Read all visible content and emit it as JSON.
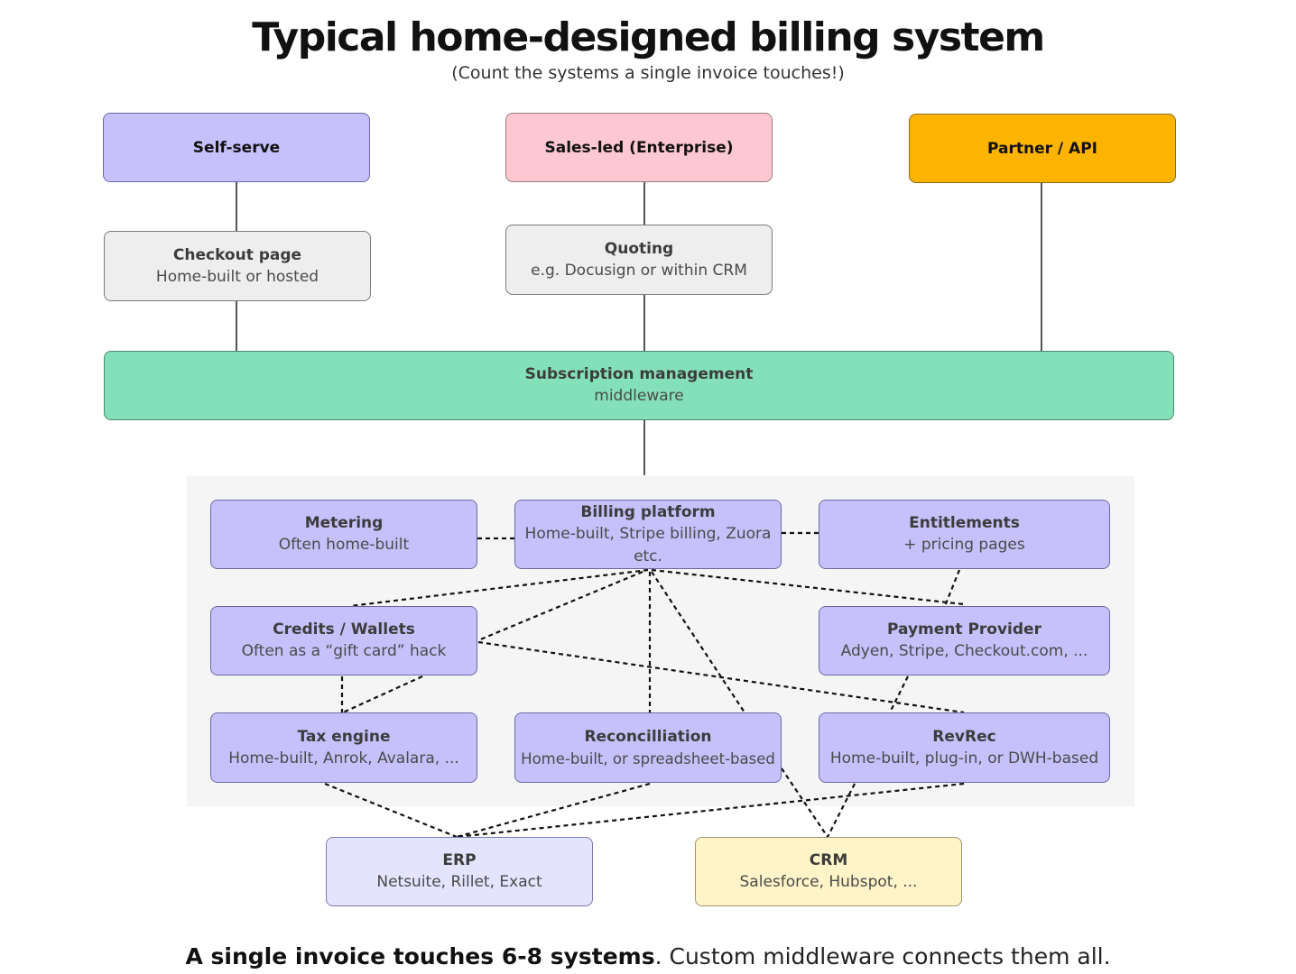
{
  "title": "Typical home-designed billing system",
  "subtitle": "(Count the systems a single invoice touches!)",
  "channels": {
    "self_serve": "Self-serve",
    "sales_led": "Sales-led (Enterprise)",
    "partner_api": "Partner / API"
  },
  "checkout": {
    "title": "Checkout page",
    "subtitle": "Home-built or hosted"
  },
  "quoting": {
    "title": "Quoting",
    "subtitle": "e.g. Docusign or within CRM"
  },
  "subscription": {
    "title": "Subscription management",
    "subtitle": "middleware"
  },
  "metering": {
    "title": "Metering",
    "subtitle": "Often home-built"
  },
  "billing": {
    "title": "Billing platform",
    "subtitle": "Home-built, Stripe billing, Zuora etc."
  },
  "entitlements": {
    "title": "Entitlements",
    "subtitle": "+ pricing pages"
  },
  "credits": {
    "title": "Credits / Wallets",
    "subtitle": "Often as a “gift card” hack"
  },
  "payment": {
    "title": "Payment Provider",
    "subtitle": "Adyen, Stripe, Checkout.com, ..."
  },
  "tax": {
    "title": "Tax engine",
    "subtitle": "Home-built, Anrok, Avalara, ..."
  },
  "reconciliation": {
    "title": "Reconcilliation",
    "subtitle": "Home-built, or spreadsheet-based"
  },
  "revrec": {
    "title": "RevRec",
    "subtitle": "Home-built, plug-in, or DWH-based"
  },
  "erp": {
    "title": "ERP",
    "subtitle": "Netsuite, Rillet, Exact"
  },
  "crm": {
    "title": "CRM",
    "subtitle": "Salesforce, Hubspot, ..."
  },
  "footer": {
    "bold": "A single invoice touches 6-8 systems",
    "rest": ". Custom middleware connects them all."
  },
  "colors": {
    "self_serve": "#c7c1fb",
    "sales_led": "#fdc8d1",
    "partner_api": "#fdb400",
    "subscription": "#84e0b8",
    "tool_boxes": "#c7c1fb",
    "erp": "#e4e4fe",
    "crm": "#fff4c8",
    "neutral_boxes": "#eeeeee"
  }
}
